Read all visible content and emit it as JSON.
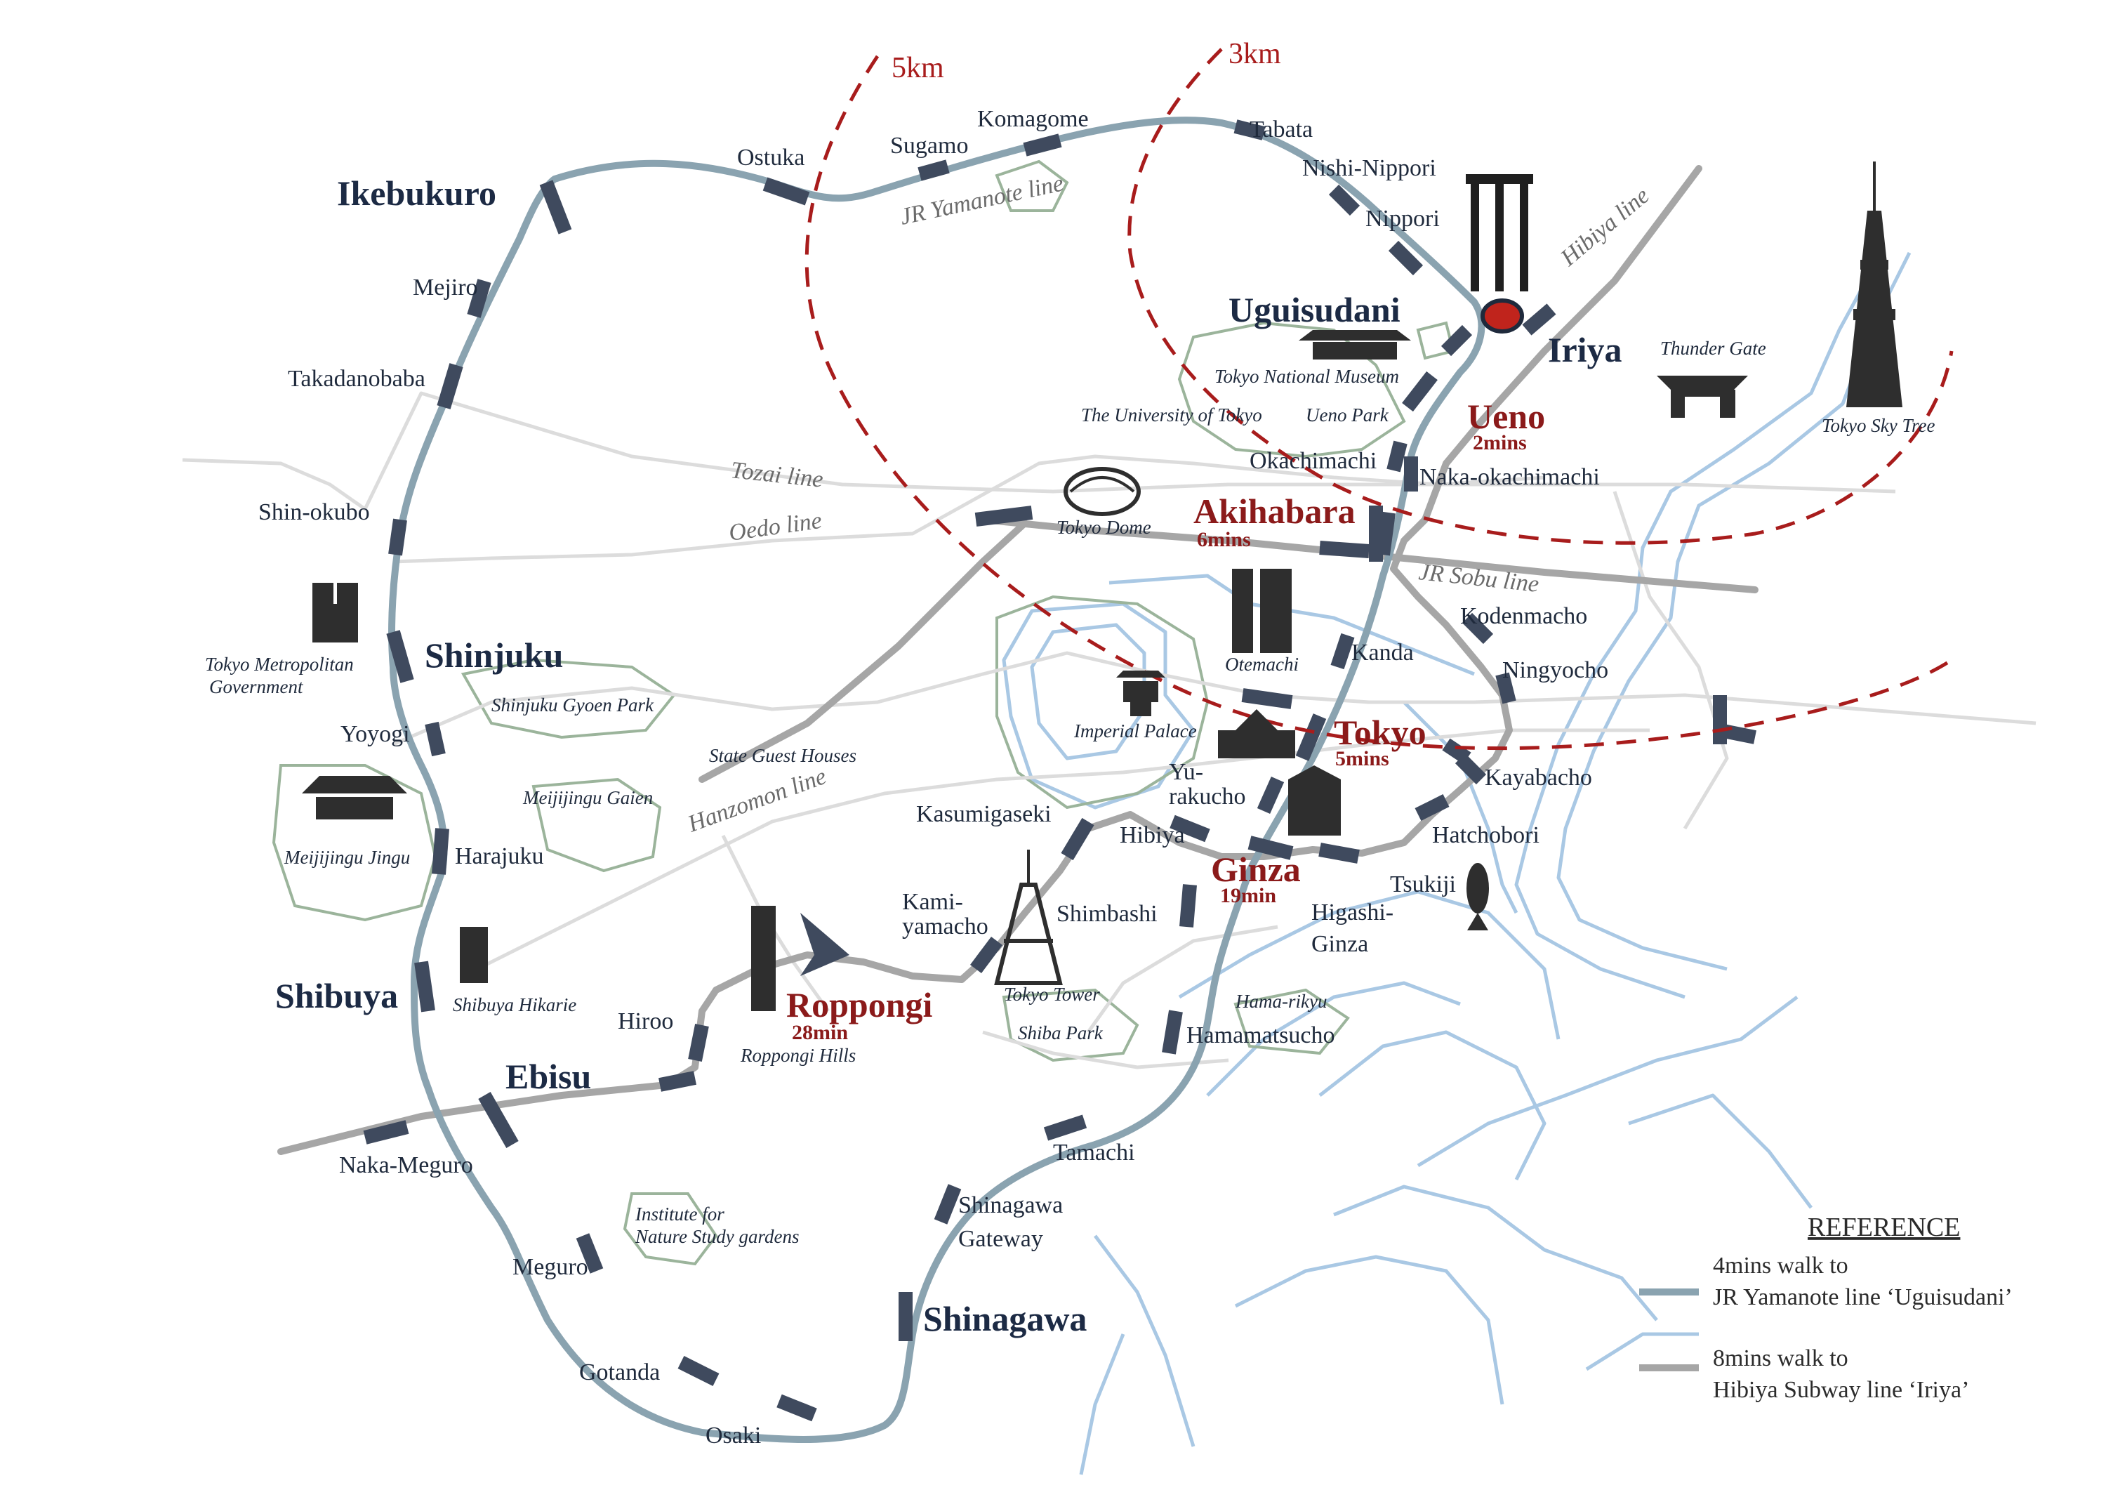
{
  "colors": {
    "yamanote": "#8aa3b0",
    "station_block": "#3f4a5e",
    "hibiya": "#a6a6a6",
    "other_lines": "#dcdcdc",
    "water": "#a9c8e4",
    "park_outline": "#9bb49b",
    "radius": "#a81c1c",
    "red_text": "#8b1a1a",
    "dark_text": "#1c2a44"
  },
  "radius_labels": {
    "r5": "5km",
    "r3": "3km"
  },
  "line_labels": {
    "yamanote": "JR Yamanote line",
    "hibiya": "Hibiya line",
    "tozai": "Tozai line",
    "oedo": "Oedo line",
    "sobu": "JR Sobu line",
    "hanzomon": "Hanzomon line"
  },
  "stations": {
    "ikebukuro": "Ikebukuro",
    "mejiro": "Mejiro",
    "takadanobaba": "Takadanobaba",
    "shin_okubo": "Shin-okubo",
    "shinjuku": "Shinjuku",
    "yoyogi": "Yoyogi",
    "harajuku": "Harajuku",
    "shibuya": "Shibuya",
    "ebisu": "Ebisu",
    "naka_meguro": "Naka-Meguro",
    "meguro": "Meguro",
    "gotanda": "Gotanda",
    "osaki": "Osaki",
    "shinagawa": "Shinagawa",
    "shinagawa_gateway_1": "Shinagawa",
    "shinagawa_gateway_2": "Gateway",
    "tamachi": "Tamachi",
    "hamamatsucho": "Hamamatsucho",
    "shimbashi": "Shimbashi",
    "yurakucho_1": "Yu-",
    "yurakucho_2": "rakucho",
    "tokyo": "Tokyo",
    "kanda": "Kanda",
    "akihabara": "Akihabara",
    "okachimachi": "Okachimachi",
    "naka_okachimachi": "Naka-okachimachi",
    "ueno": "Ueno",
    "uguisudani": "Uguisudani",
    "iriya": "Iriya",
    "nippori": "Nippori",
    "nishi_nippori": "Nishi-Nippori",
    "tabata": "Tabata",
    "komagome": "Komagome",
    "sugamo": "Sugamo",
    "ostuka": "Ostuka",
    "kodenmacho": "Kodenmacho",
    "ningyocho": "Ningyocho",
    "kayabacho": "Kayabacho",
    "hatchobori": "Hatchobori",
    "tsukiji": "Tsukiji",
    "higashi_ginza_1": "Higashi-",
    "higashi_ginza_2": "Ginza",
    "ginza": "Ginza",
    "hibiya": "Hibiya",
    "kasumigaseki": "Kasumigaseki",
    "kamiyamacho_1": "Kami-",
    "kamiyamacho_2": "yamacho",
    "roppongi": "Roppongi",
    "hiroo": "Hiroo"
  },
  "times": {
    "ueno": "2mins",
    "akihabara": "6mins",
    "tokyo": "5mins",
    "ginza": "19min",
    "roppongi": "28min"
  },
  "landmarks": {
    "tokyo_national_museum": "Tokyo National Museum",
    "univ_tokyo": "The University of Tokyo",
    "ueno_park": "Ueno Park",
    "thunder_gate": "Thunder Gate",
    "sky_tree": "Tokyo Sky Tree",
    "tokyo_dome": "Tokyo Dome",
    "otemachi": "Otemachi",
    "imperial_palace": "Imperial Palace",
    "tmg_1": "Tokyo Metropolitan",
    "tmg_2": "Government",
    "shinjuku_gyoen": "Shinjuku Gyoen Park",
    "state_guest": "State Guest Houses",
    "meijijingu_gaien": "Meijijingu Gaien",
    "meijijingu_jingu": "Meijijingu Jingu",
    "shibuya_hikarie": "Shibuya Hikarie",
    "roppongi_hills": "Roppongi Hills",
    "tokyo_tower": "Tokyo Tower",
    "shiba_park": "Shiba Park",
    "hama_rikyu": "Hama-rikyu",
    "institute_1": "Institute for",
    "institute_2": "Nature Study gardens"
  },
  "reference": {
    "title": "REFERENCE",
    "item1_line1": "4mins walk to",
    "item1_line2": "JR Yamanote line ‘Uguisudani’",
    "item2_line1": "8mins walk to",
    "item2_line2": "Hibiya Subway line ‘Iriya’"
  }
}
